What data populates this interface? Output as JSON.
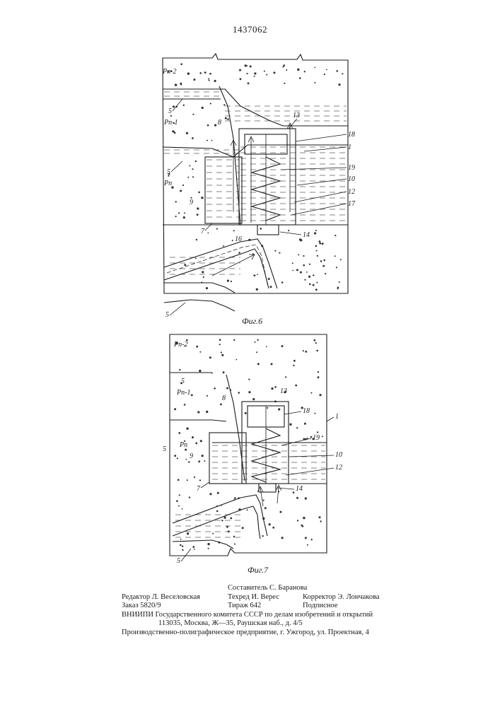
{
  "patent_number": "1437062",
  "figure6": {
    "caption": "Фиг.6",
    "labels": {
      "p_n2": "Pп-2",
      "p_n1": "Pп-1",
      "p_n": "Pп",
      "l5a": "5",
      "l5b": "5",
      "l5c": "5",
      "l8": "8",
      "l9": "9",
      "l7": "7",
      "l13": "13",
      "l18": "18",
      "l1": "1",
      "l19": "19",
      "l10": "10",
      "l12": "12",
      "l17": "17",
      "l16": "16",
      "l14": "14"
    }
  },
  "figure7": {
    "caption": "Фиг.7",
    "labels": {
      "p_n2": "Pп-2",
      "p_n1": "Pп-1",
      "p_n": "Pп",
      "l5a": "5",
      "l5b": "5",
      "l5c": "5",
      "l8": "8",
      "l9": "9",
      "l7": "7",
      "l13": "13",
      "l18": "18",
      "l1": "1",
      "l19": "19",
      "l10": "10",
      "l12": "12",
      "l14": "14"
    }
  },
  "imprint": {
    "compiler": "Составитель С. Баранова",
    "editor": "Редактор Л. Веселовская",
    "techred": "Техред И. Верес",
    "corrector": "Корректор Э. Лончакова",
    "order": "Заказ 5820/9",
    "circulation": "Тираж 642",
    "subscription": "Подписное",
    "institute": "ВНИИПИ Государственного комитета СССР по делам изобретений и открытий",
    "address": "113035, Москва, Ж—35, Раушская наб., д. 4/5",
    "printer": "Производственно-полиграфическое предприятие, г. Ужгород, ул. Проектная, 4"
  }
}
